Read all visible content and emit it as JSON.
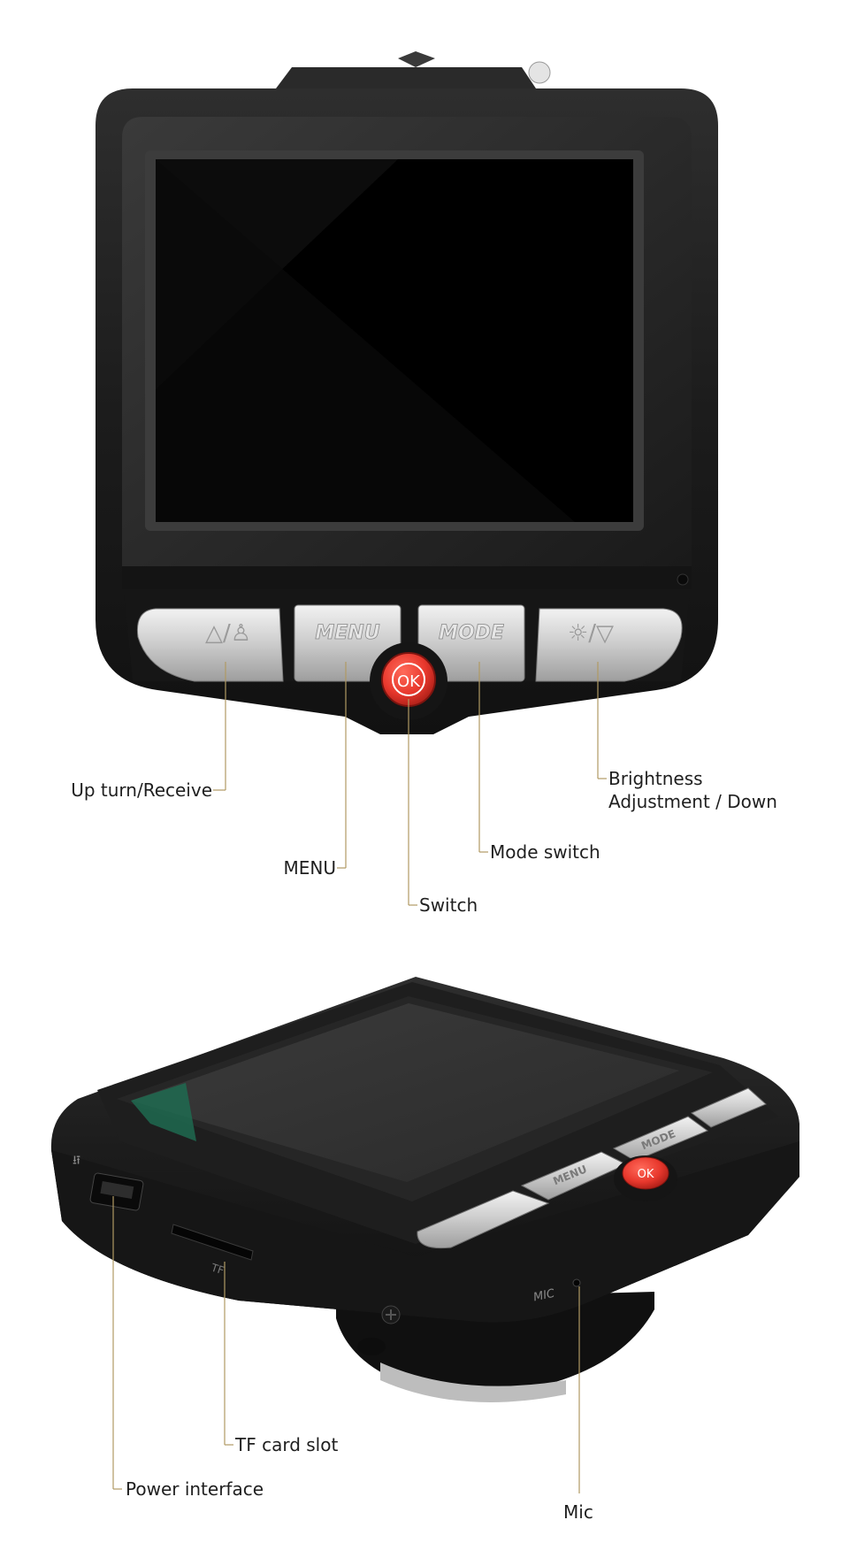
{
  "colors": {
    "leader_line": "#b09a63",
    "body_black": "#1b1b1b",
    "button_silver": "#c9c9c9",
    "ok_red": "#e8382d"
  },
  "front_view": {
    "buttons": {
      "up": {
        "glyph": "△/♙"
      },
      "menu": {
        "label": "MENU"
      },
      "mode": {
        "label": "MODE"
      },
      "down": {
        "glyph": "☼/▽"
      },
      "ok": {
        "label": "OK"
      }
    },
    "callouts": {
      "up_turn": "Up turn/Receive",
      "menu": "MENU",
      "switch": "Switch",
      "mode_switch": "Mode switch",
      "brightness_line1": "Brightness",
      "brightness_line2": "Adjustment / Down"
    }
  },
  "side_view": {
    "markings": {
      "tf": "TF",
      "mic": "MIC",
      "usb": "⭿"
    },
    "buttons": {
      "ok": "OK",
      "mode": "MODE",
      "menu": "MENU"
    },
    "callouts": {
      "tf_card_slot": "TF card slot",
      "power_interface": "Power interface",
      "mic": "Mic"
    }
  }
}
